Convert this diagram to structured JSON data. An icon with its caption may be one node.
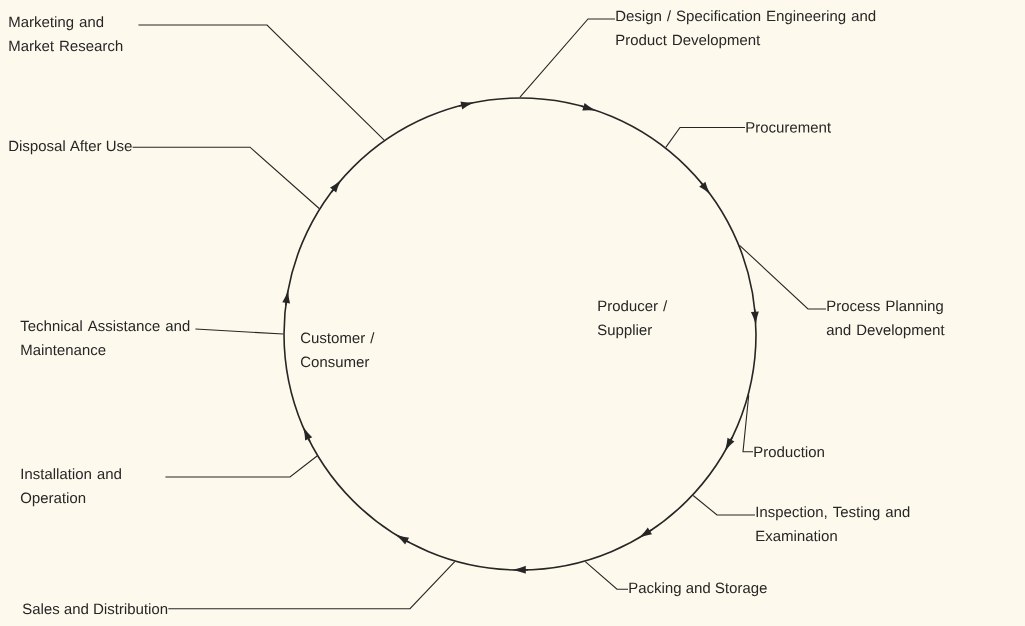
{
  "diagram": {
    "nodes": [
      {
        "text": [
          "Customer / Consumer",
          "Producer / Supplier"
        ]
      },
      {
        "text": [
          "Marketing and Market Research"
        ]
      },
      {
        "text": [
          "Design / Specification Engineering and Product Development"
        ]
      },
      {
        "text": [
          "Procurement"
        ]
      },
      {
        "text": [
          "Process Planning and Development"
        ]
      },
      {
        "text": [
          "Production"
        ]
      },
      {
        "text": [
          "Inspection, Testing and Examination"
        ]
      },
      {
        "text": [
          "Packing and Storage"
        ]
      },
      {
        "text": [
          "Sales and Distribution"
        ]
      },
      {
        "text": [
          "Installation and Operation"
        ]
      },
      {
        "text": [
          "Technical Assistance and Maintenance"
        ]
      },
      {
        "text": [
          "Disposal After Use"
        ]
      }
    ],
    "edges": [
      {
        "from": 1,
        "to": 0,
        "arrow": "none"
      },
      {
        "from": 2,
        "to": 0,
        "arrow": "none"
      },
      {
        "from": 3,
        "to": 0,
        "arrow": "none"
      },
      {
        "from": 4,
        "to": 0,
        "arrow": "none"
      },
      {
        "from": 5,
        "to": 0,
        "arrow": "none"
      },
      {
        "from": 6,
        "to": 0,
        "arrow": "none"
      },
      {
        "from": 7,
        "to": 0,
        "arrow": "none"
      },
      {
        "from": 8,
        "to": 0,
        "arrow": "none"
      },
      {
        "from": 9,
        "to": 0,
        "arrow": "none"
      },
      {
        "from": 10,
        "to": 0,
        "arrow": "none"
      },
      {
        "from": 11,
        "to": 0,
        "arrow": "none"
      }
    ]
  }
}
